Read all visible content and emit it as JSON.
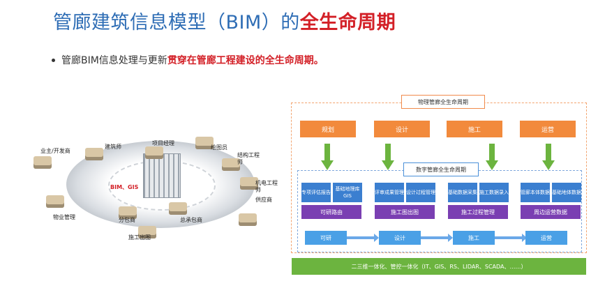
{
  "title": {
    "main": "管廊建筑信息模型（BIM）的",
    "highlight": "全生命周期"
  },
  "bullet": {
    "prefix": "管廊BIM信息处理与更新",
    "highlight": "贯穿在管廊工程建设的全生命周期。"
  },
  "illustration": {
    "center_label": "BIM、GIS",
    "roles": {
      "owner": "业主/开发商",
      "architect": "建筑师",
      "project_manager": "项目经理",
      "drafter": "绘图员",
      "structural_engineer": "结构工程师",
      "mep_engineer": "机电工程师",
      "supplier": "供应商",
      "general_contractor": "总承包商",
      "subcontractor": "分包商",
      "construction_drawing": "施工出图",
      "property_management": "物业管理"
    }
  },
  "diagram": {
    "physical_header": "物理管廊全生命周期",
    "digital_header": "数字管廊全生命周期",
    "phases": [
      "规划",
      "设计",
      "施工",
      "运营"
    ],
    "sub_boxes": [
      "专项评估报告",
      "基础地理库GIS",
      "评审成果管理",
      "设计过程管理",
      "基础数据采集",
      "施工数据录入",
      "管廊本体数据",
      "基础地体数据"
    ],
    "outputs": [
      "可研路由",
      "施工图出图",
      "施工过程管理",
      "周边运营数据"
    ],
    "flow": [
      "可研",
      "设计",
      "施工",
      "运营"
    ],
    "footer": "二三维一体化、管控一体化（IT、GIS、RS、LIDAR、SCADA、……）"
  }
}
